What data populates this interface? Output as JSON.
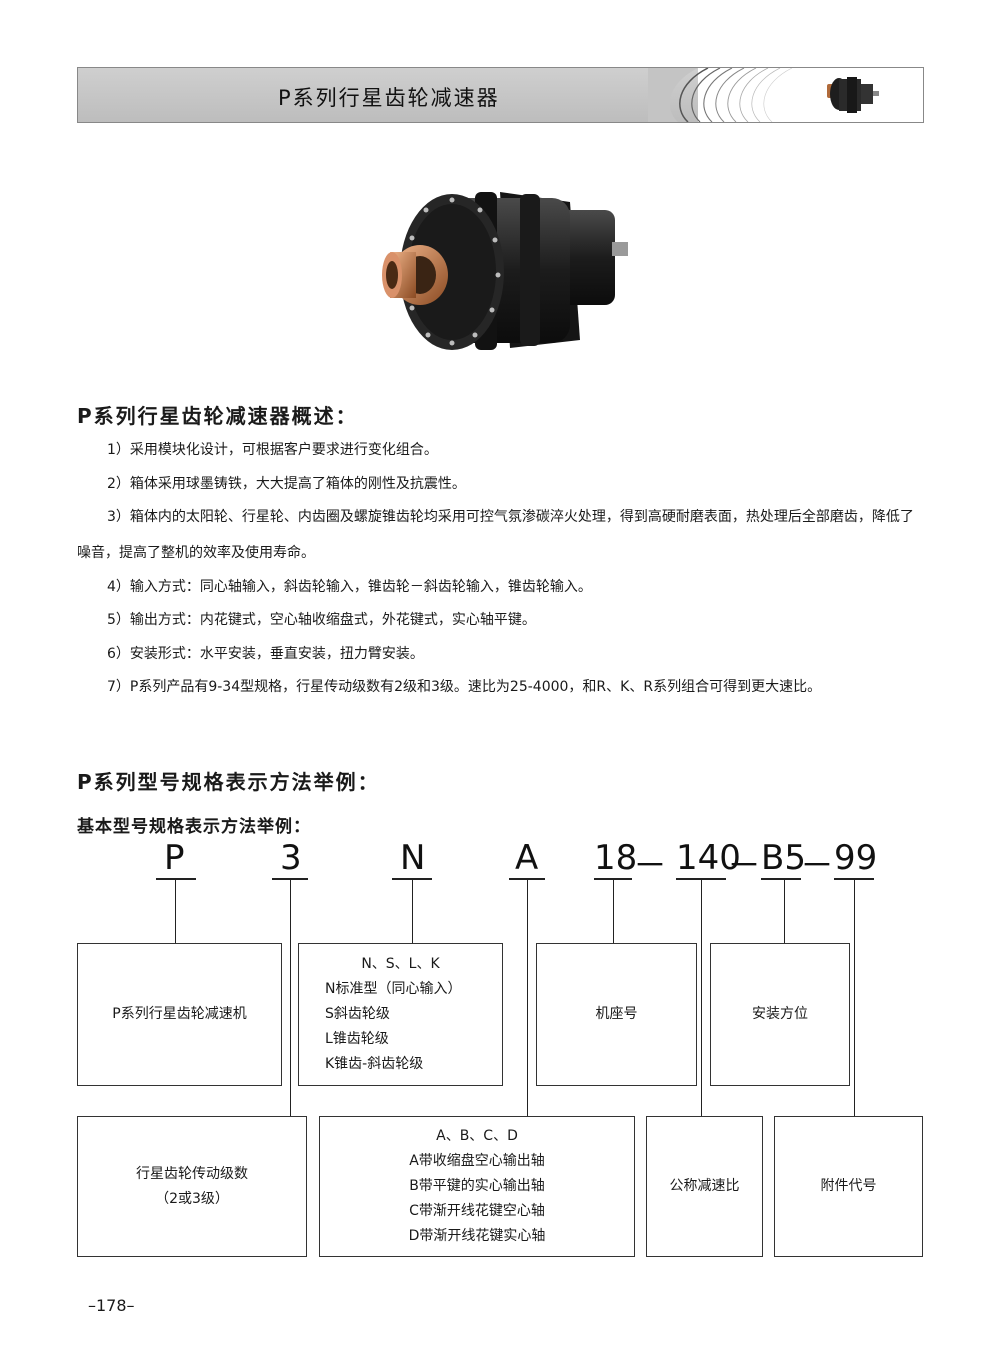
{
  "header": {
    "title": "P系列行星齿轮减速器"
  },
  "overview": {
    "heading": "P系列行星齿轮减速器概述：",
    "items": [
      "1）采用模块化设计，可根据客户要求进行变化组合。",
      "2）箱体采用球墨铸铁，大大提高了箱体的刚性及抗震性。",
      "3）箱体内的太阳轮、行星轮、内齿圈及螺旋锥齿轮均采用可控气氛渗碳淬火处理，得到高硬耐磨表面，热处理后全部磨齿，降低了噪音，提高了整机的效率及使用寿命。",
      "4）输入方式：同心轴输入，斜齿轮输入，锥齿轮－斜齿轮输入，锥齿轮输入。",
      "5）输出方式：内花键式，空心轴收缩盘式，外花键式，实心轴平键。",
      "6）安装形式：水平安装，垂直安装，扭力臂安装。",
      "7）P系列产品有9-34型规格，行星传动级数有2级和3级。速比为25-4000，和R、K、R系列组合可得到更大速比。"
    ]
  },
  "model": {
    "heading": "P系列型号规格表示方法举例：",
    "subheading": "基本型号规格表示方法举例：",
    "code_parts": [
      "P",
      "3",
      "N",
      "A",
      "18",
      "140",
      "B5",
      "99"
    ],
    "dash": "－",
    "boxes": {
      "series": "P系列行星齿轮减速机",
      "stages": [
        "行星齿轮传动级数",
        "（2或3级）"
      ],
      "input": [
        "N、S、L、K",
        "N标准型（同心输入）",
        "S斜齿轮级",
        "L锥齿轮级",
        "K锥齿-斜齿轮级"
      ],
      "output": [
        "A、B、C、D",
        "A带收缩盘空心输出轴",
        "B带平键的实心输出轴",
        "C带渐开线花键空心轴",
        "D带渐开线花键实心轴"
      ],
      "frame": "机座号",
      "ratio": "公称减速比",
      "mounting": "安装方位",
      "accessory": "附件代号"
    }
  },
  "page_number": "–178–"
}
